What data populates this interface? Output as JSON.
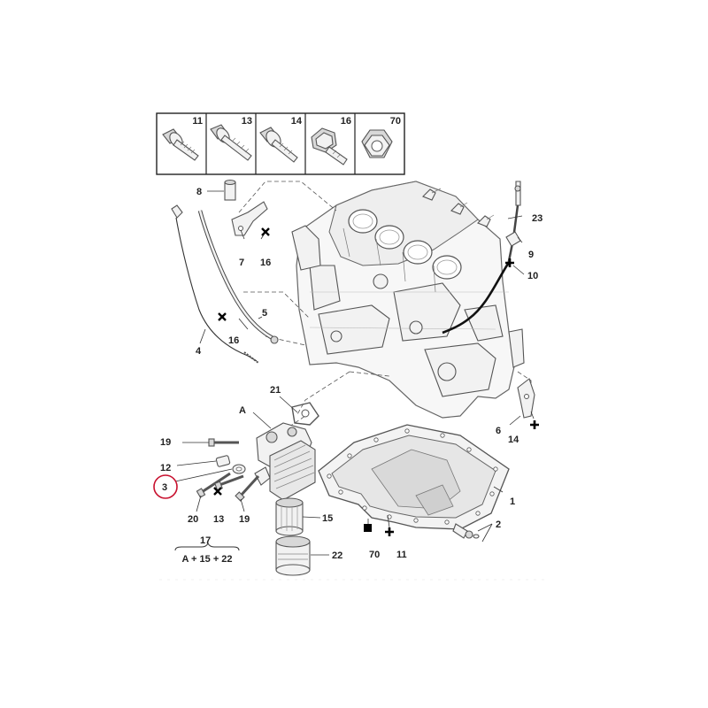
{
  "fastener_table": [
    {
      "ref": "11",
      "icon": "flange-bolt-icon"
    },
    {
      "ref": "13",
      "icon": "long-bolt-icon"
    },
    {
      "ref": "14",
      "icon": "washer-bolt-icon"
    },
    {
      "ref": "16",
      "icon": "hex-head-bolt-icon"
    },
    {
      "ref": "70",
      "icon": "hex-nut-icon"
    }
  ],
  "callouts": {
    "c1": "1",
    "c2": "2",
    "c3": "3",
    "c4": "4",
    "c5": "5",
    "c6": "6",
    "c7": "7",
    "c8": "8",
    "c9": "9",
    "c10": "10",
    "c11": "11",
    "c12": "12",
    "c13": "13",
    "c14": "14",
    "c15": "15",
    "c16a": "16",
    "c16b": "16",
    "c17": "17",
    "c19a": "19",
    "c19b": "19",
    "c20": "20",
    "c21": "21",
    "c22": "22",
    "c23": "23",
    "c70": "70",
    "cA": "A"
  },
  "kit_formula": "A + 15 + 22",
  "highlight": {
    "ref": "3",
    "color": "#c8102e"
  },
  "symbols": {
    "cross": "x-mark-icon",
    "plus": "plus-mark-icon",
    "square": "square-mark-icon"
  }
}
